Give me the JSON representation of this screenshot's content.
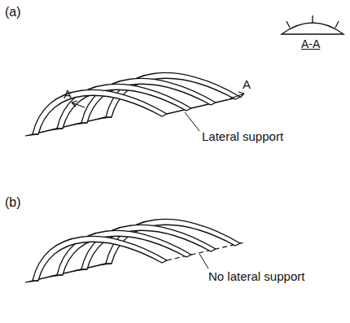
{
  "diagram": {
    "labels": [
      "(a)",
      "A",
      "A",
      "A-A",
      "Lateral support",
      "(b)",
      "No lateral support"
    ]
  }
}
